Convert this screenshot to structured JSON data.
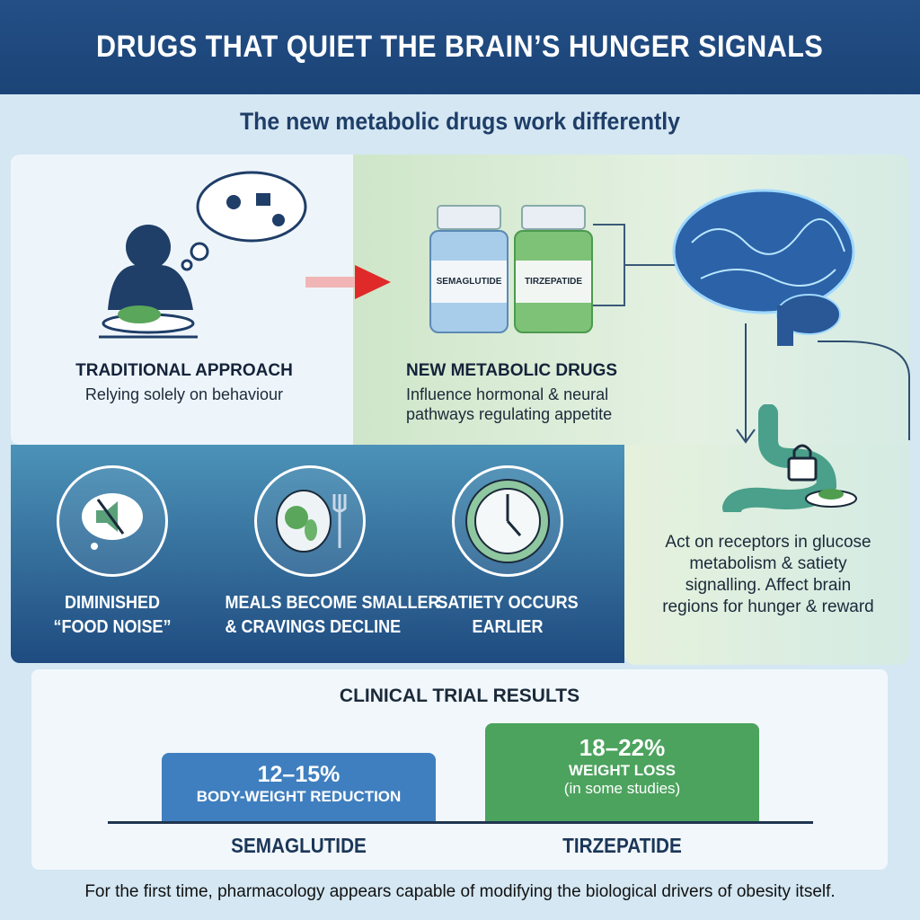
{
  "header": {
    "title": "DRUGS THAT QUIET THE BRAIN’S HUNGER SIGNALS"
  },
  "subtitle": "The new metabolic drugs work differently",
  "traditional": {
    "heading": "TRADITIONAL APPROACH",
    "text": "Relying solely on behaviour"
  },
  "new_drugs": {
    "heading": "NEW METABOLIC DRUGS",
    "text_line1": "Influence hormonal & neural",
    "text_line2": "pathways regulating appetite",
    "bottle1": "SEMAGLUTIDE",
    "bottle2": "TIRZEPATIDE"
  },
  "receptors": {
    "line1": "Act on receptors in glucose",
    "line2": "metabolism & satiety",
    "line3": "signalling. Affect brain",
    "line4": "regions for hunger & reward"
  },
  "benefits": [
    {
      "line1": "DIMINISHED",
      "line2": "“FOOD NOISE”"
    },
    {
      "line1": "MEALS BECOME SMALLER",
      "line2": "& CRAVINGS DECLINE"
    },
    {
      "line1": "SATIETY OCCURS",
      "line2": "EARLIER"
    }
  ],
  "chart_data": {
    "type": "bar",
    "title": "CLINICAL TRIAL RESULTS",
    "categories": [
      "SEMAGLUTIDE",
      "TIRZEPATIDE"
    ],
    "values": [
      [
        12,
        15
      ],
      [
        18,
        22
      ]
    ],
    "value_labels": [
      "12–15%",
      "18–22%"
    ],
    "descriptions": [
      "BODY-WEIGHT REDUCTION",
      "WEIGHT LOSS"
    ],
    "notes": [
      "",
      "(in some studies)"
    ],
    "colors": [
      "#3f7fbf",
      "#4ca35e"
    ]
  },
  "footer": "For the first time, pharmacology appears capable of modifying the biological drivers of obesity itself."
}
